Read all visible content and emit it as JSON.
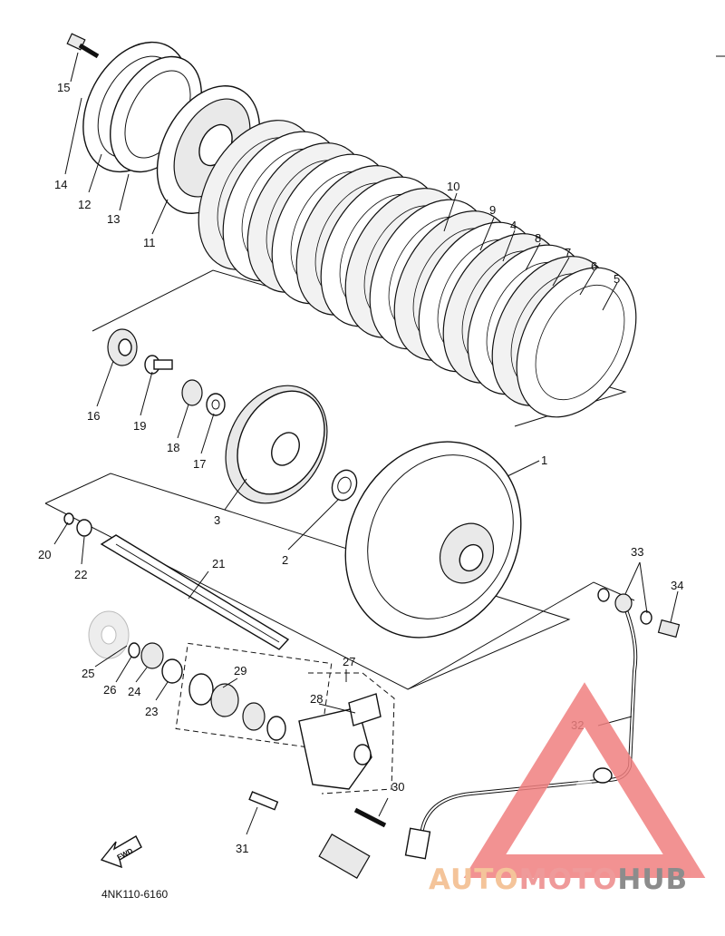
{
  "diagram": {
    "part_code": "4NK110-6160",
    "fwd_label": "FWD",
    "watermark": {
      "text_auto": "AUTO",
      "text_moto": "MOTO",
      "text_hub": "HUB",
      "color_auto": "#f4c49a",
      "color_moto": "#ef9a9a",
      "color_hub": "#8c8c8c",
      "color_triangle": "#f08080"
    },
    "callouts": [
      {
        "n": "1"
      },
      {
        "n": "2"
      },
      {
        "n": "3"
      },
      {
        "n": "4"
      },
      {
        "n": "5"
      },
      {
        "n": "6"
      },
      {
        "n": "7"
      },
      {
        "n": "8"
      },
      {
        "n": "9"
      },
      {
        "n": "10"
      },
      {
        "n": "11"
      },
      {
        "n": "12"
      },
      {
        "n": "13"
      },
      {
        "n": "14"
      },
      {
        "n": "15"
      },
      {
        "n": "16"
      },
      {
        "n": "17"
      },
      {
        "n": "18"
      },
      {
        "n": "19"
      },
      {
        "n": "20"
      },
      {
        "n": "21"
      },
      {
        "n": "22"
      },
      {
        "n": "23"
      },
      {
        "n": "24"
      },
      {
        "n": "25"
      },
      {
        "n": "26"
      },
      {
        "n": "27"
      },
      {
        "n": "28"
      },
      {
        "n": "29"
      },
      {
        "n": "30"
      },
      {
        "n": "31"
      },
      {
        "n": "32"
      },
      {
        "n": "33"
      },
      {
        "n": "34"
      }
    ]
  }
}
